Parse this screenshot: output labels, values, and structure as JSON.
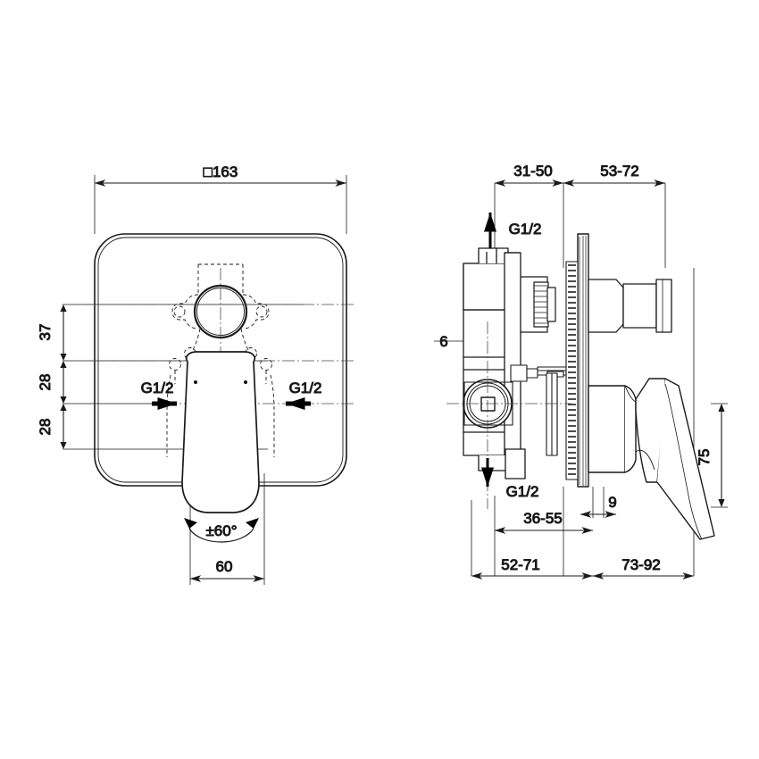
{
  "drawing": {
    "title": "Concealed single-lever bath/shower mixer — dimensioned technical drawing",
    "type": "engineering-dimension-drawing",
    "units": "mm",
    "line_color": "#1a1a1a",
    "background_color": "#ffffff",
    "views": [
      {
        "id": "front-view",
        "name": "Front elevation (faceplate with lever)"
      },
      {
        "id": "side-view",
        "name": "Side section (built-in body, escutcheon, lever)"
      }
    ]
  },
  "front_view": {
    "dimensions": {
      "overall_width": "□163",
      "top_to_first_axis": "37",
      "first_to_second_axis": "28",
      "second_to_third_axis": "28",
      "lever_width": "60",
      "swivel_angle": "±60°"
    },
    "connections": {
      "left_port": "G1/2",
      "right_port": "G1/2"
    }
  },
  "side_view": {
    "dimensions": {
      "top_left_segment": "31-50",
      "top_right_segment": "53-72",
      "body_offset": "6",
      "escutcheon_thickness": "9",
      "inlet_to_wall": "36-55",
      "bottom_left_segment": "52-71",
      "bottom_right_segment": "73-92",
      "lever_height": "75"
    },
    "connections": {
      "top_port": "G1/2",
      "bottom_port": "G1/2"
    }
  }
}
